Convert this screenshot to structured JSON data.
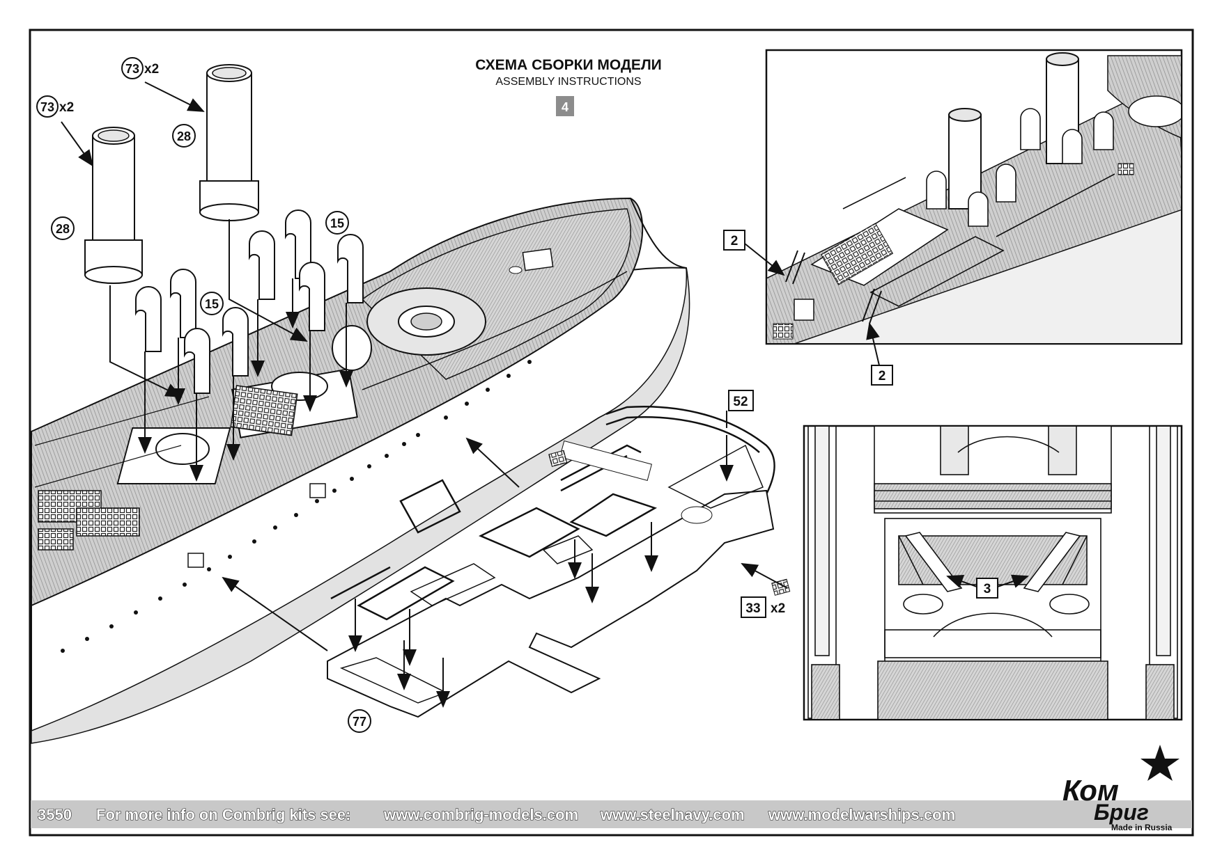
{
  "header": {
    "title_ru": "СХЕМА СБОРКИ МОДЕЛИ",
    "title_en": "ASSEMBLY INSTRUCTIONS",
    "step": "4"
  },
  "callouts": {
    "part_73": "73",
    "x2": "x2",
    "part_28": "28",
    "part_15": "15",
    "part_52": "52",
    "part_33": "33",
    "part_77": "77",
    "part_2": "2",
    "part_3": "3"
  },
  "footer": {
    "kit_number": "3550",
    "info_text": "For more info on Combrig kits see:",
    "links": [
      "www.combrig-models.com",
      "www.steelnavy.com",
      "www.modelwarships.com"
    ]
  },
  "logo": {
    "line1": "Ком",
    "line2": "Бриг",
    "tagline": "Made in Russia"
  },
  "colors": {
    "deck_hatch": "#b9b9b9",
    "footer_band": "#c8c8c8",
    "line": "#1a1a1a",
    "step_badge": "#8c8c8c"
  }
}
